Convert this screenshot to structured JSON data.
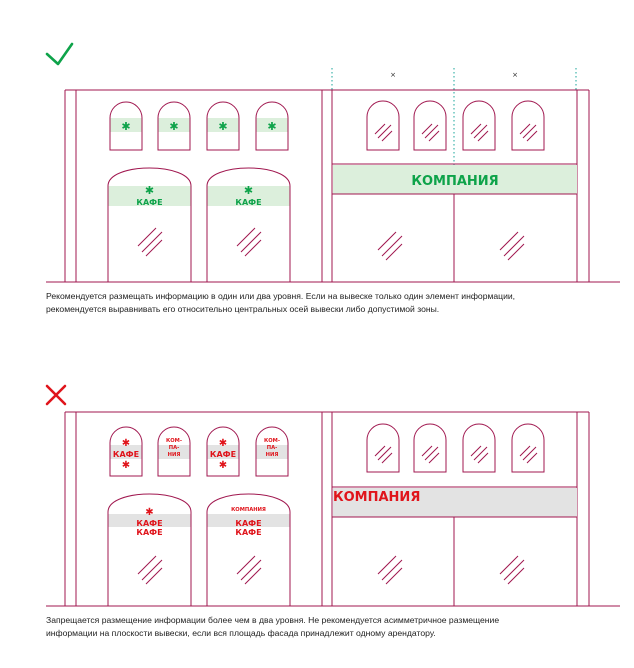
{
  "colors": {
    "line": "#a0174f",
    "good": "#0ea34a",
    "good_fill": "#dcefdc",
    "bad": "#e0141b",
    "bad_fill": "#e3e3e3",
    "guide": "#17a59a",
    "text": "#1e1e1e"
  },
  "good_example": {
    "status_icon": "check-mark-icon",
    "window_symbol": "✱",
    "door_symbol": "✱",
    "door_label": "КАФЕ",
    "sign_label": "КОМПАНИЯ",
    "dimension_mark": "×",
    "caption_lines": [
      "Рекомендуется размещать информацию в один или два уровня. Если на вывеске только один элемент информации,",
      "рекомендуется выравнивать его относительно центральных осей вывески либо допустимой зоны."
    ]
  },
  "bad_example": {
    "status_icon": "cross-mark-icon",
    "window_symbol": "✱",
    "window_label": "КАФЕ",
    "window_hyphen_lines": [
      "КОМ-",
      "ПА-",
      "НИЯ"
    ],
    "door_label": "КАФЕ",
    "door_small_label": "КОМПАНИЯ",
    "sign_label": "КОМПАНИЯ",
    "caption_lines": [
      "Запрещается размещение информации более чем в два уровня. Не рекомендуется асимметричное размещение",
      "информации на плоскости вывески, если вся площадь фасада принадлежит одному арендатору."
    ]
  }
}
